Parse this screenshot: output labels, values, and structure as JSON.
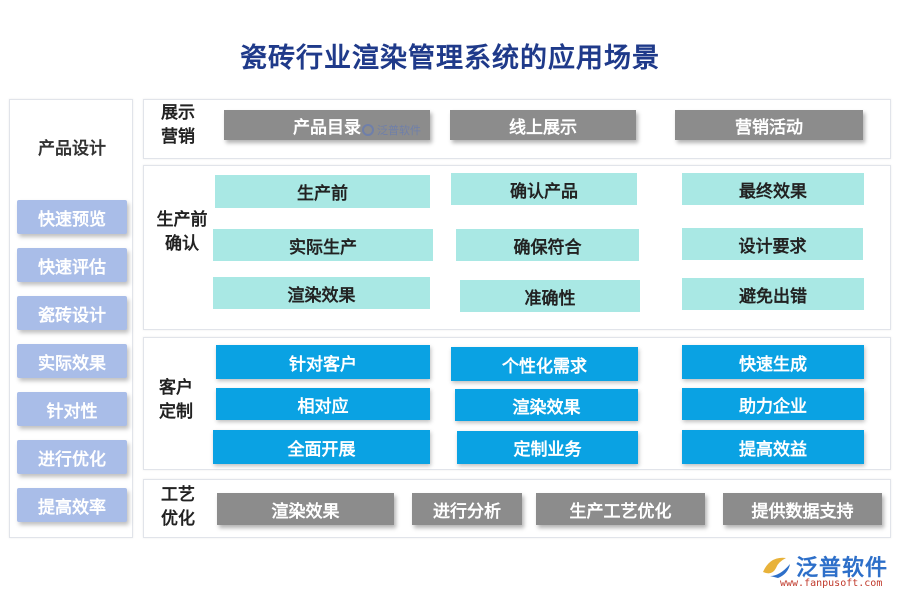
{
  "title": "瓷砖行业渲染管理系统的应用场景",
  "left": {
    "heading": "产品设计",
    "items": [
      "快速预览",
      "快速评估",
      "瓷砖设计",
      "实际效果",
      "针对性",
      "进行优化",
      "提高效率"
    ]
  },
  "sections": {
    "display": {
      "label_l1": "展示",
      "label_l2": "营销",
      "items": [
        "产品目录",
        "线上展示",
        "营销活动"
      ]
    },
    "preprod": {
      "label_l1": "生产前",
      "label_l2": "确认",
      "items": [
        "生产前",
        "确认产品",
        "最终效果",
        "实际生产",
        "确保符合",
        "设计要求",
        "渲染效果",
        "准确性",
        "避免出错"
      ]
    },
    "custom": {
      "label_l1": "客户",
      "label_l2": "定制",
      "items": [
        "针对客户",
        "个性化需求",
        "快速生成",
        "相对应",
        "渲染效果",
        "助力企业",
        "全面开展",
        "定制业务",
        "提高效益"
      ]
    },
    "craft": {
      "label_l1": "工艺",
      "label_l2": "优化",
      "items": [
        "渲染效果",
        "进行分析",
        "生产工艺优化",
        "提供数据支持"
      ]
    }
  },
  "watermark": "泛普软件",
  "logo": {
    "text": "泛普软件",
    "url": "www.fanpusoft.com"
  },
  "colors": {
    "title": "#1f3a8a",
    "left_item": "#a9bde8",
    "gray_box": "#8c8c8c",
    "teal_box": "#a9e8e4",
    "blue_box": "#0aa2e3"
  }
}
